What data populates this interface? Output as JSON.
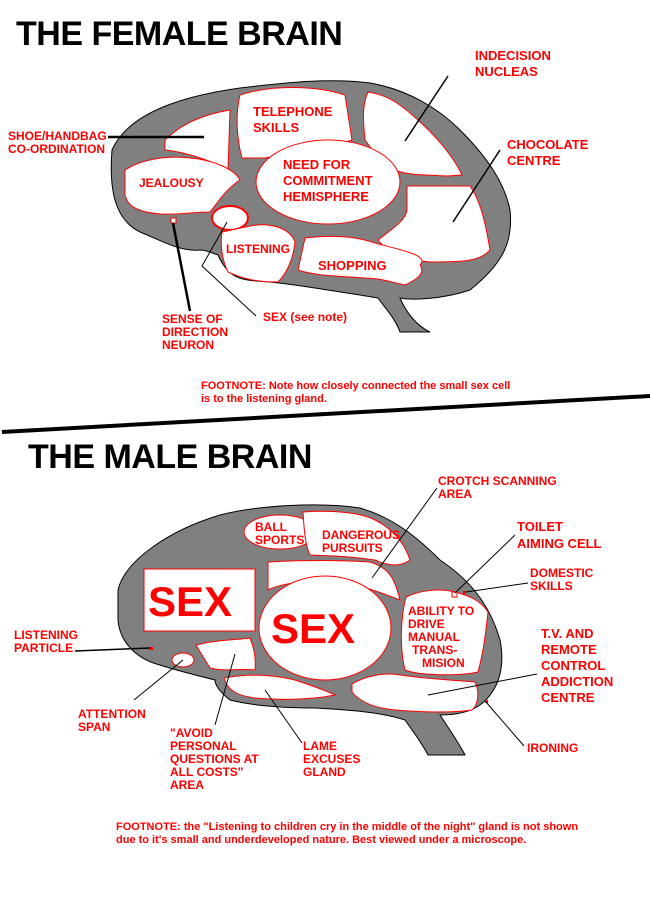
{
  "colors": {
    "label": "#ff0000",
    "brain": "#808080",
    "region": "#ffffff",
    "title": "#000000",
    "divider": "#000000"
  },
  "female": {
    "title": "THE FEMALE BRAIN",
    "regions": {
      "telephone": [
        "TELEPHONE",
        "SKILLS"
      ],
      "commitment": [
        "NEED FOR",
        "COMMITMENT",
        "HEMISPHERE"
      ],
      "jealousy": "JEALOUSY",
      "listening": "LISTENING",
      "shopping": "SHOPPING"
    },
    "callouts": {
      "shoe": [
        "SHOE/HANDBAG",
        "CO-ORDINATION"
      ],
      "indecision": [
        "INDECISION",
        "NUCLEAS"
      ],
      "chocolate": [
        "CHOCOLATE",
        "CENTRE"
      ],
      "direction": [
        "SENSE OF",
        "DIRECTION",
        "NEURON"
      ],
      "sex": "SEX (see note)"
    },
    "footnote": [
      "FOOTNOTE:  Note how closely connected the small sex cell",
      "is to the listening gland."
    ]
  },
  "male": {
    "title": "THE MALE BRAIN",
    "regions": {
      "ball": [
        "BALL",
        "SPORTS"
      ],
      "dangerous": [
        "DANGEROUS",
        "PURSUITS"
      ],
      "sex_box": "SEX",
      "sex_oval": "SEX",
      "manual": [
        "ABILITY TO",
        "DRIVE",
        "MANUAL",
        "TRANS-",
        "MISION"
      ]
    },
    "callouts": {
      "crotch": [
        "CROTCH SCANNING",
        "AREA"
      ],
      "toilet": [
        "TOILET",
        "AIMING CELL"
      ],
      "domestic": [
        "DOMESTIC",
        "SKILLS"
      ],
      "tv": [
        "T.V. AND",
        "REMOTE",
        "CONTROL",
        "ADDICTION",
        "CENTRE"
      ],
      "listening": [
        "LISTENING",
        "PARTICLE"
      ],
      "attention": [
        "ATTENTION",
        "SPAN"
      ],
      "avoid": [
        "\"AVOID",
        "PERSONAL",
        "QUESTIONS AT",
        "ALL COSTS\"",
        "AREA"
      ],
      "lame": [
        "LAME",
        "EXCUSES",
        "GLAND"
      ],
      "ironing": "IRONING"
    },
    "footnote": [
      "FOOTNOTE: the \"Listening to children cry in the middle of the night\" gland is not shown",
      "due to it's small and underdeveloped nature.  Best viewed under a microscope."
    ]
  }
}
